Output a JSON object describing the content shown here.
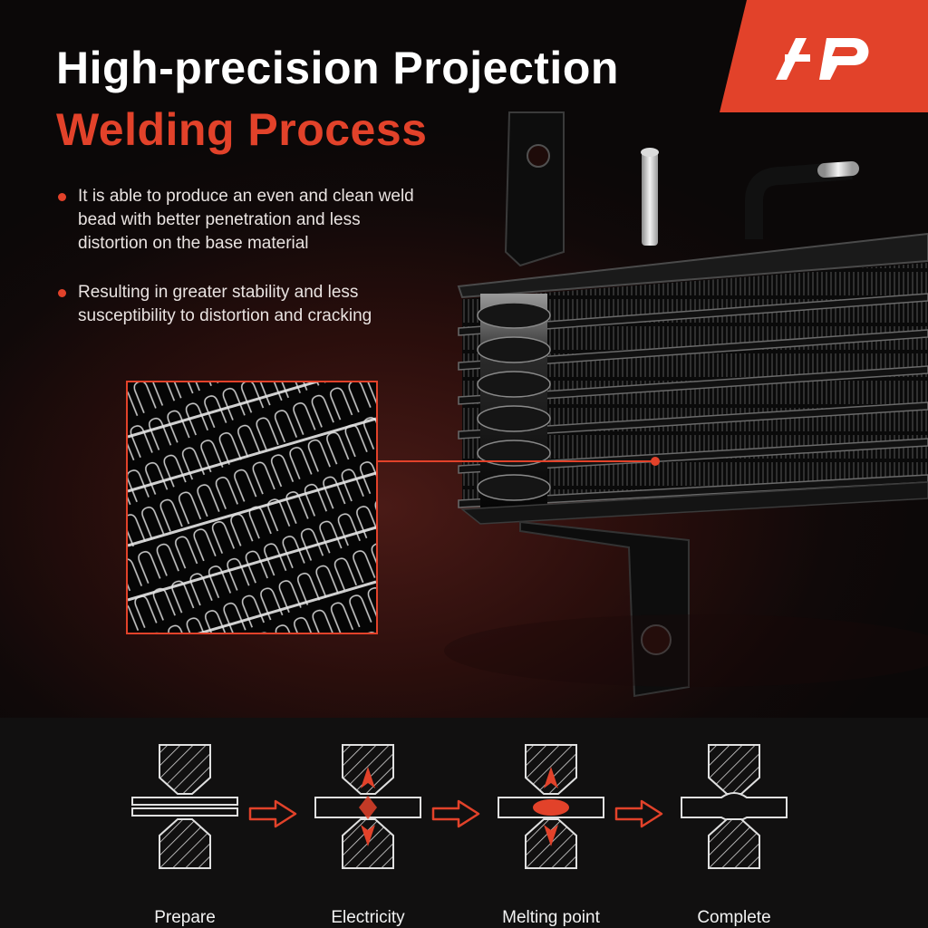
{
  "brand": {
    "logo_text": "AP",
    "accent": "#e2422a"
  },
  "heading": {
    "line1": "High-precision Projection",
    "line2": "Welding Process"
  },
  "bullets": [
    "It is able to produce an even and clean weld bead with better penetration and less distortion on the base material",
    "Resulting in greater stability and less susceptibility to distortion and cracking"
  ],
  "process": {
    "steps": [
      {
        "label": "Prepare",
        "icon": "plates-separate-icon"
      },
      {
        "label": "Electricity",
        "icon": "current-flow-icon"
      },
      {
        "label": "Melting point",
        "icon": "melting-point-icon"
      },
      {
        "label": "Complete",
        "icon": "weld-complete-icon"
      }
    ],
    "arrow_icon": "arrow-right-icon"
  },
  "colors": {
    "background": "#0b0808",
    "accent": "#e2422a",
    "text": "#ffffff",
    "process_bg": "#111010"
  }
}
